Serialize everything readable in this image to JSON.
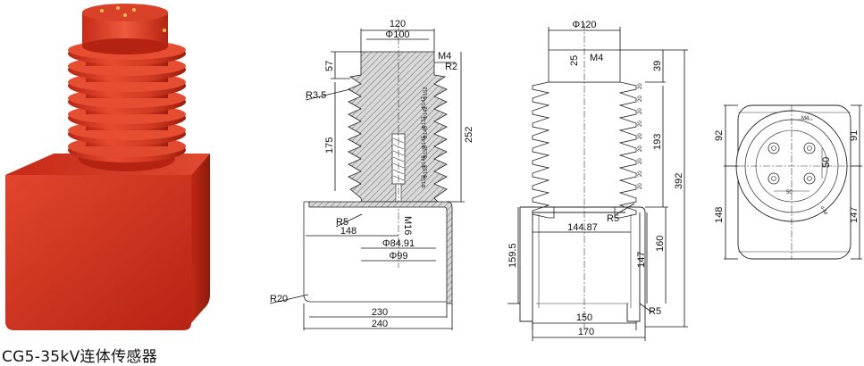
{
  "caption": "CG5-35kV连体传感器",
  "colors": {
    "product_red": "#d8321f",
    "product_dark": "#a51c10",
    "hatch": "#7a7a7a"
  },
  "section_view": {
    "dims": {
      "phi120": "120",
      "phi100": "Φ100",
      "m4": "M4",
      "r2": "R2",
      "d57": "57",
      "r35": "R3.5",
      "d175": "175",
      "d252": "252",
      "r5": "R5",
      "m16": "M16",
      "d148": "148",
      "phi8491": "Φ84.91",
      "phi99": "Φ99",
      "r20": "R20",
      "d230": "230",
      "d240": "240"
    },
    "rib_labels": [
      "Φ152",
      "Φ147",
      "Φ142",
      "Φ137",
      "Φ140",
      "Φ145",
      "Φ150",
      "Φ148",
      "Φ153",
      "Φ152"
    ]
  },
  "front_view": {
    "dims": {
      "phi120": "Φ120",
      "m4": "M4",
      "d25": "25",
      "d39": "39",
      "d193": "193",
      "d392": "392",
      "r5": "R5",
      "d14487": "144.87",
      "d1595": "159.5",
      "d147": "147",
      "d160": "160",
      "d150": "150",
      "r5b": "R5",
      "d170": "170"
    },
    "rib_labels": [
      "20",
      "20",
      "20",
      "20",
      "20",
      "20",
      "20",
      "20",
      "20"
    ]
  },
  "top_view": {
    "dims": {
      "d92": "92",
      "d148": "148",
      "d91": "91",
      "d147": "147",
      "m4": "M4",
      "d50": "50",
      "d50b": "50",
      "d4h": "4-M"
    }
  }
}
